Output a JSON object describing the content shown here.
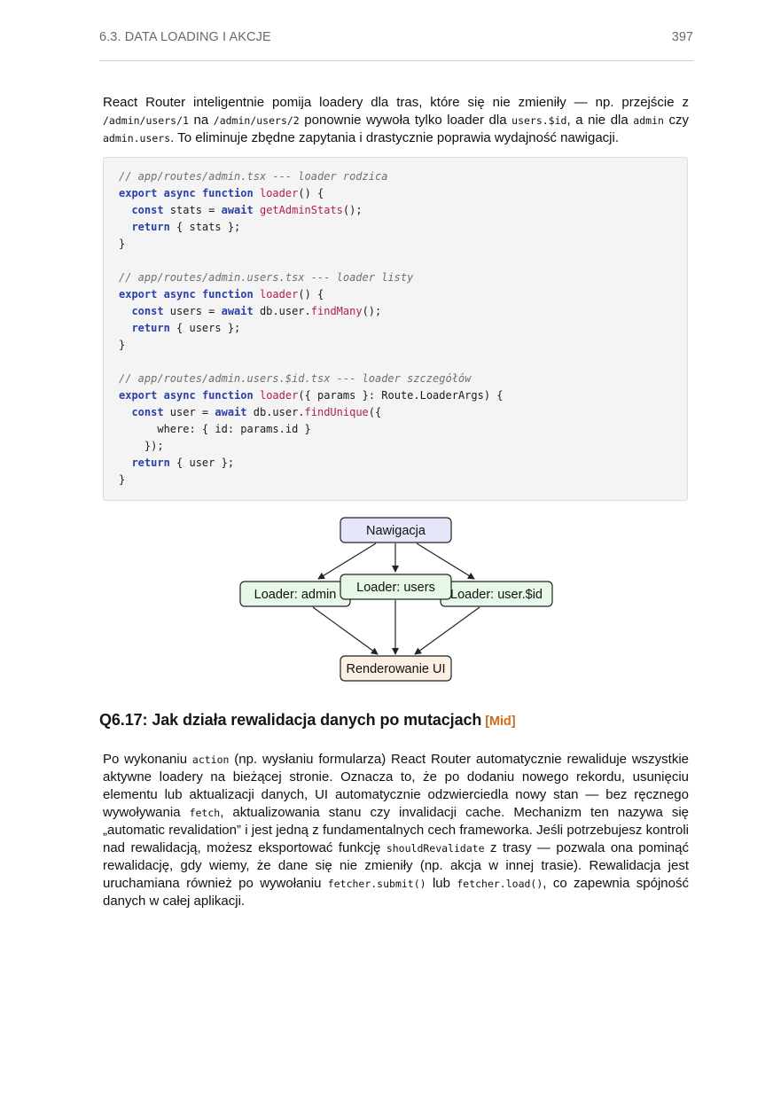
{
  "header": {
    "section": "6.3.  DATA LOADING I AKCJE",
    "page_number": "397"
  },
  "intro": {
    "t1": "React Router inteligentnie pomija loadery dla tras, które się nie zmieniły — np.  przejście z ",
    "c1": "/admin/users/1",
    "t2": " na ",
    "c2": "/admin/users/2",
    "t3": " ponownie wywoła tylko loader dla ",
    "c3": "users.$id",
    "t4": ", a nie dla ",
    "c4": "admin",
    "t5": " czy ",
    "c5": "admin.users",
    "t6": ". To eliminuje zbędne zapytania i drastycznie poprawia wydajność nawigacji."
  },
  "code": {
    "c1_comment": "// app/routes/admin.tsx --- loader rodzica",
    "c2_comment": "// app/routes/admin.users.tsx --- loader listy",
    "c3_comment": "// app/routes/admin.users.$id.tsx --- loader szczegółów",
    "kw_export": "export",
    "kw_async": "async",
    "kw_function": "function",
    "kw_const": "const",
    "kw_await": "await",
    "kw_return": "return",
    "fn_loader": "loader",
    "fn_getAdminStats": "getAdminStats",
    "fn_findMany": "findMany",
    "fn_findUnique": "findUnique",
    "c1_params": "() {",
    "c1_stats_decl": " stats = ",
    "c1_stats_call": "();",
    "c1_ret": " { stats };",
    "c2_users_decl": " users = ",
    "c2_users_obj": " db.user.",
    "c2_users_call": "();",
    "c2_ret": " { users };",
    "c3_params": "({ params }: Route.LoaderArgs) {",
    "c3_user_decl": " user = ",
    "c3_user_obj": " db.user.",
    "c3_user_call": "({",
    "c3_where": "      where: { id: params.id }",
    "c3_close_call": "    });",
    "c3_ret": " { user };",
    "close_brace": "}"
  },
  "diagram": {
    "nodes": {
      "nav": "Nawigacja",
      "admin": "Loader: admin",
      "users": "Loader: users",
      "userid": "Loader: user.$id",
      "render": "Renderowanie UI"
    },
    "colors": {
      "nav_fill": "#e6e6fb",
      "loader_fill": "#e8f8e8",
      "render_fill": "#fcefe3",
      "stroke": "#222222"
    }
  },
  "question": {
    "title": "Q6.17: Jak działa rewalidacja danych po mutacjach",
    "badge": "[Mid]"
  },
  "body": {
    "t1": "Po wykonaniu ",
    "c1": "action",
    "t2": " (np. wysłaniu formularza) React Router automatycznie rewaliduje wszystkie aktywne loadery na bieżącej stronie.  Oznacza to, że po dodaniu nowego rekordu, usunięciu elementu lub aktualizacji danych, UI automatycznie odzwierciedla nowy stan — bez ręcznego wywoływania ",
    "c2": "fetch",
    "t3": ", aktualizowania stanu czy invalidacji cache.  Mechanizm ten nazywa się „automatic revalidation” i jest jedną z fundamentalnych cech frameworka.  Jeśli potrzebujesz kontroli nad rewalidacją, możesz eksportować funkcję ",
    "c3": "shouldRevalidate",
    "t4": " z trasy — pozwala ona pominąć rewalidację, gdy wiemy, że dane się nie zmieniły (np.  akcja w innej trasie).  Rewalidacja jest uruchamiana również po wywołaniu ",
    "c4": "fetcher.submit()",
    "t5": " lub ",
    "c5": "fetcher.load()",
    "t6": ", co zapewnia spójność danych w całej aplikacji."
  }
}
